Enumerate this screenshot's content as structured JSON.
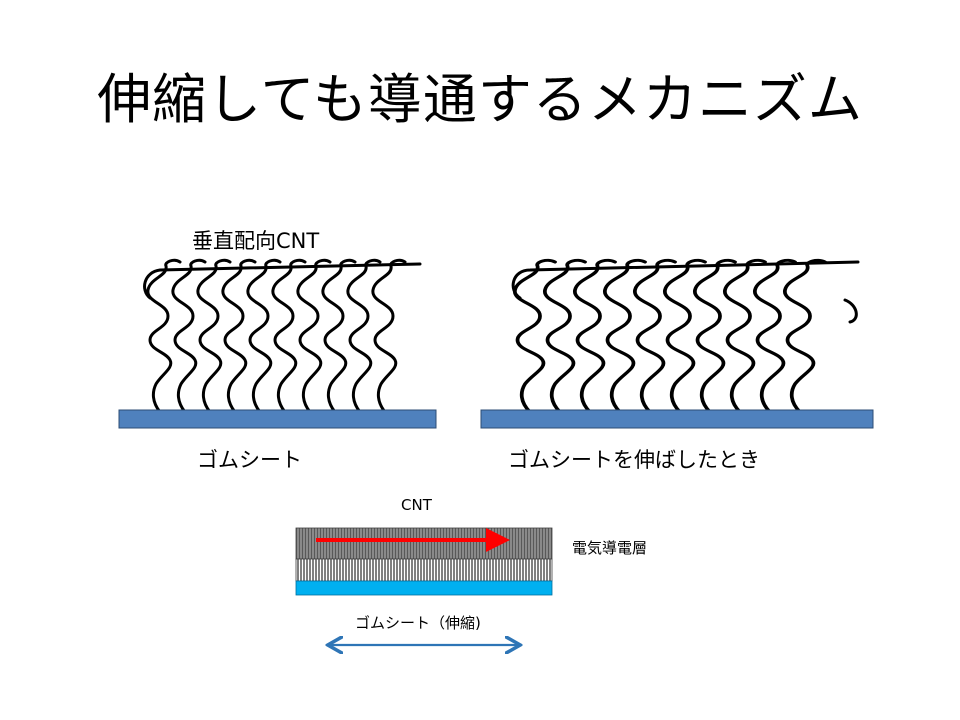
{
  "title": "伸縮しても導通するメカニズム",
  "labels": {
    "vacnt": "垂直配向CNT",
    "rubber_sheet": "ゴムシート",
    "rubber_sheet_stretched": "ゴムシートを伸ばしたとき",
    "cnt": "CNT",
    "conductive_layer": "電気導電層",
    "rubber_sheet_stretch": "ゴムシート（伸縮)"
  },
  "colors": {
    "substrate": "#4f81bd",
    "substrate_stroke": "#2c4d75",
    "rubber_bottom": "#00b0f0",
    "cnt_arrow": "#ff0000",
    "double_arrow": "#2e75b6",
    "conductive_layer": "#595959"
  }
}
